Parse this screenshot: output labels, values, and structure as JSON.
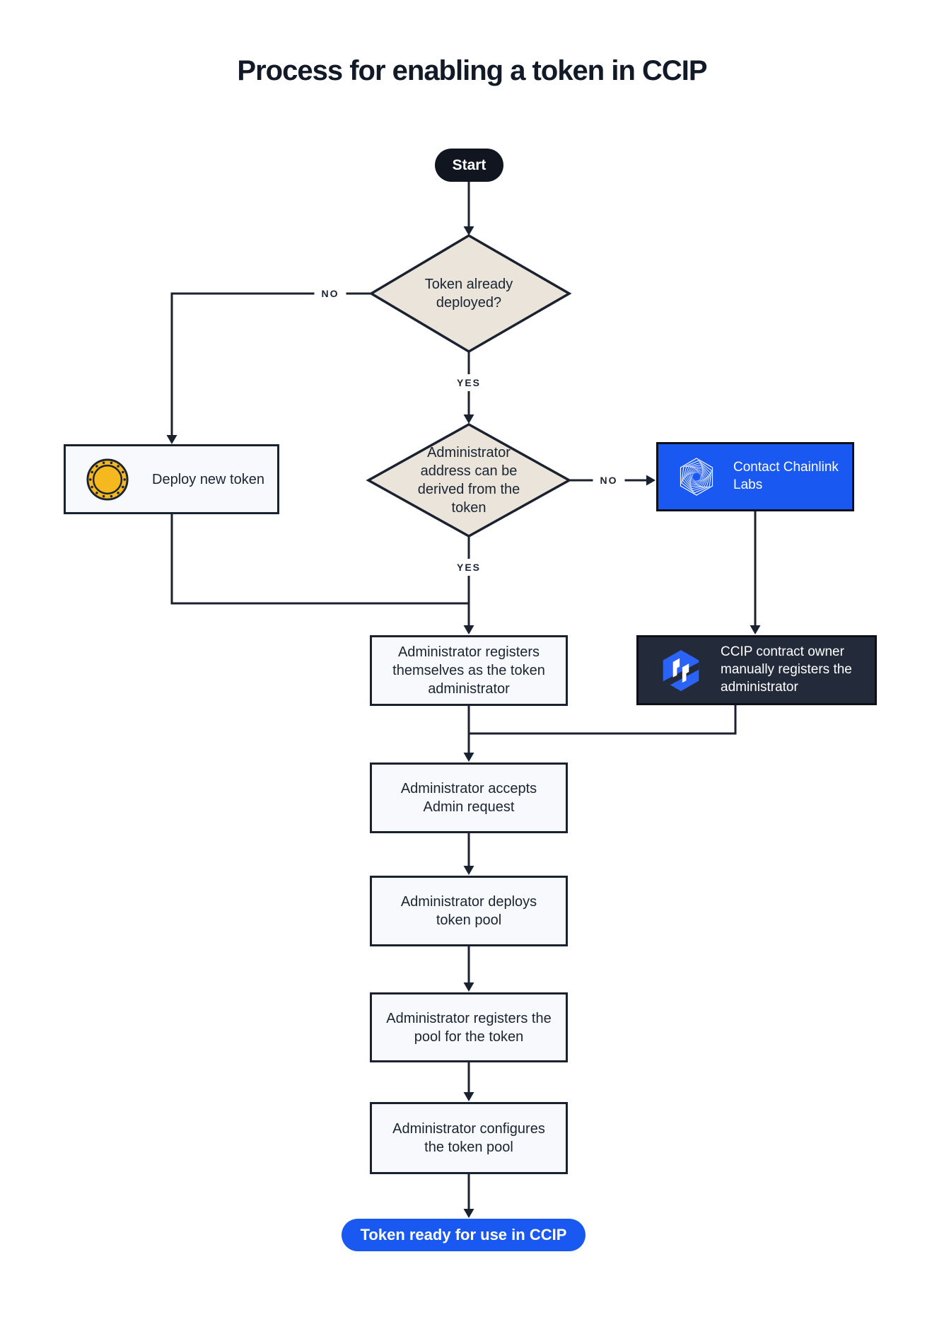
{
  "title": "Process for enabling a token in CCIP",
  "labels": {
    "yes": "YES",
    "no": "NO"
  },
  "nodes": {
    "start": "Start",
    "token_already_deployed": "Token already deployed?",
    "deploy_new_token": "Deploy new token",
    "admin_address_derived": "Administrator address can be derived from the token",
    "contact_chainlink_labs": "Contact Chainlink Labs",
    "admin_registers_self": "Administrator registers themselves as the token administrator",
    "ccip_owner_registers": "CCIP contract owner manually registers the administrator",
    "admin_accepts_request": "Administrator accepts Admin request",
    "admin_deploys_pool": "Administrator deploys token pool",
    "admin_registers_pool": "Administrator registers the pool for the token",
    "admin_configures_pool": "Administrator configures the token pool",
    "end": "Token ready for use in CCIP"
  },
  "icons": {
    "deploy_new_token": "coin-icon",
    "contact_chainlink_labs": "chainlink-labs-icon",
    "ccip_owner_registers": "ccip-icon"
  },
  "colors": {
    "ink": "#1A2230",
    "decision_fill": "#EAE4DA",
    "process_fill": "#F7F9FD",
    "accent_blue": "#1A58F2",
    "dark_box": "#232B3A",
    "coin_gold": "#F5B81F"
  }
}
